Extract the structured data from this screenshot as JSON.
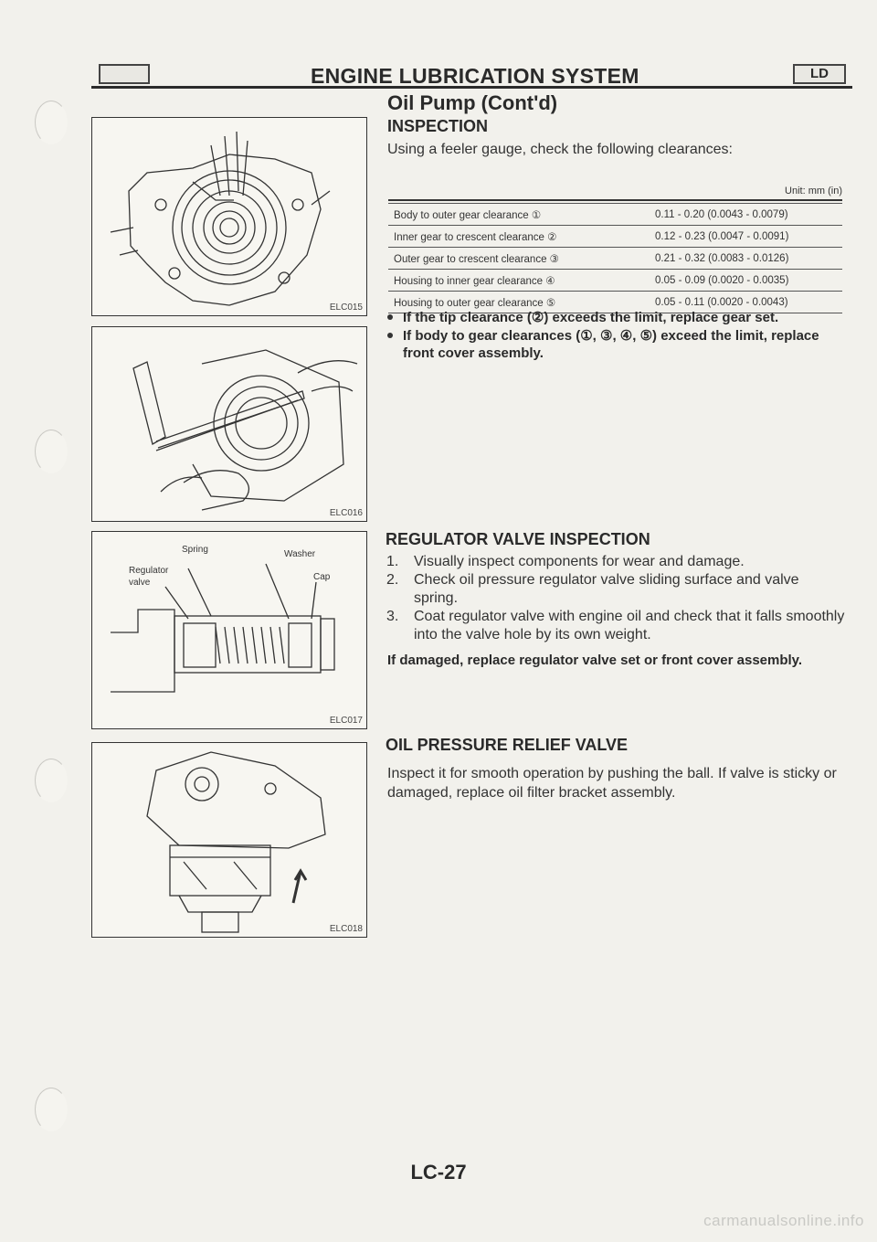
{
  "header": {
    "title": "ENGINE LUBRICATION SYSTEM",
    "right_badge": "LD"
  },
  "section_title": "Oil Pump (Cont'd)",
  "inspection": {
    "heading": "INSPECTION",
    "intro": "Using a feeler gauge, check the following clearances:",
    "unit": "Unit: mm (in)",
    "rows": [
      {
        "item": "Body to outer gear clearance ①",
        "value": "0.11 - 0.20 (0.0043 - 0.0079)"
      },
      {
        "item": "Inner gear to crescent clearance ②",
        "value": "0.12 - 0.23 (0.0047 - 0.0091)"
      },
      {
        "item": "Outer gear to crescent clearance ③",
        "value": "0.21 - 0.32 (0.0083 - 0.0126)"
      },
      {
        "item": "Housing to inner gear clearance ④",
        "value": "0.05 - 0.09 (0.0020 - 0.0035)"
      },
      {
        "item": "Housing to outer gear clearance ⑤",
        "value": "0.05 - 0.11 (0.0020 - 0.0043)"
      }
    ],
    "bullets": [
      "If the tip clearance (②) exceeds the limit, replace gear set.",
      "If body to gear clearances (①, ③, ④, ⑤) exceed the limit, replace front cover assembly."
    ]
  },
  "regulator": {
    "heading": "REGULATOR VALVE INSPECTION",
    "steps": [
      {
        "n": "1.",
        "text": "Visually inspect components for wear and damage."
      },
      {
        "n": "2.",
        "text": "Check oil pressure regulator valve sliding surface and valve spring."
      },
      {
        "n": "3.",
        "text": "Coat regulator valve with engine oil and check that it falls smoothly into the valve hole by its own weight."
      }
    ],
    "warning": "If damaged, replace regulator valve set or front cover assembly."
  },
  "relief": {
    "heading": "OIL PRESSURE RELIEF VALVE",
    "text": "Inspect it for smooth operation by pushing the ball. If valve is sticky or damaged, replace oil filter bracket assembly."
  },
  "figures": [
    {
      "code": "ELC015"
    },
    {
      "code": "ELC016"
    },
    {
      "code": "ELC017",
      "labels": {
        "spring": "Spring",
        "washer": "Washer",
        "regulator": "Regulator",
        "valve": "valve",
        "cap": "Cap"
      }
    },
    {
      "code": "ELC018"
    }
  ],
  "page_number": "LC-27",
  "watermark": "carmanualsonline.info"
}
